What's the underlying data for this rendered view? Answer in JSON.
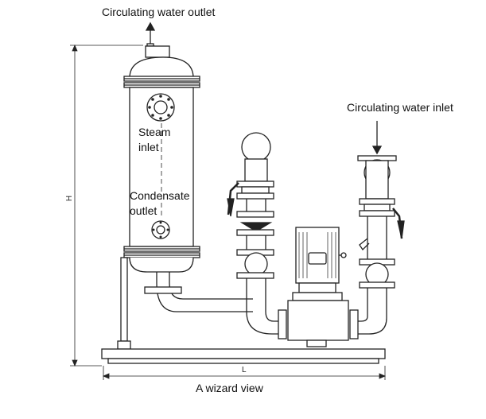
{
  "labels": {
    "circulating_water_outlet": "Circulating water outlet",
    "circulating_water_inlet": "Circulating water inlet",
    "steam_inlet": "Steam inlet",
    "condensate_outlet": "Condensate outlet",
    "caption": "A wizard view"
  },
  "dimensions": {
    "height": "H",
    "length": "L"
  }
}
